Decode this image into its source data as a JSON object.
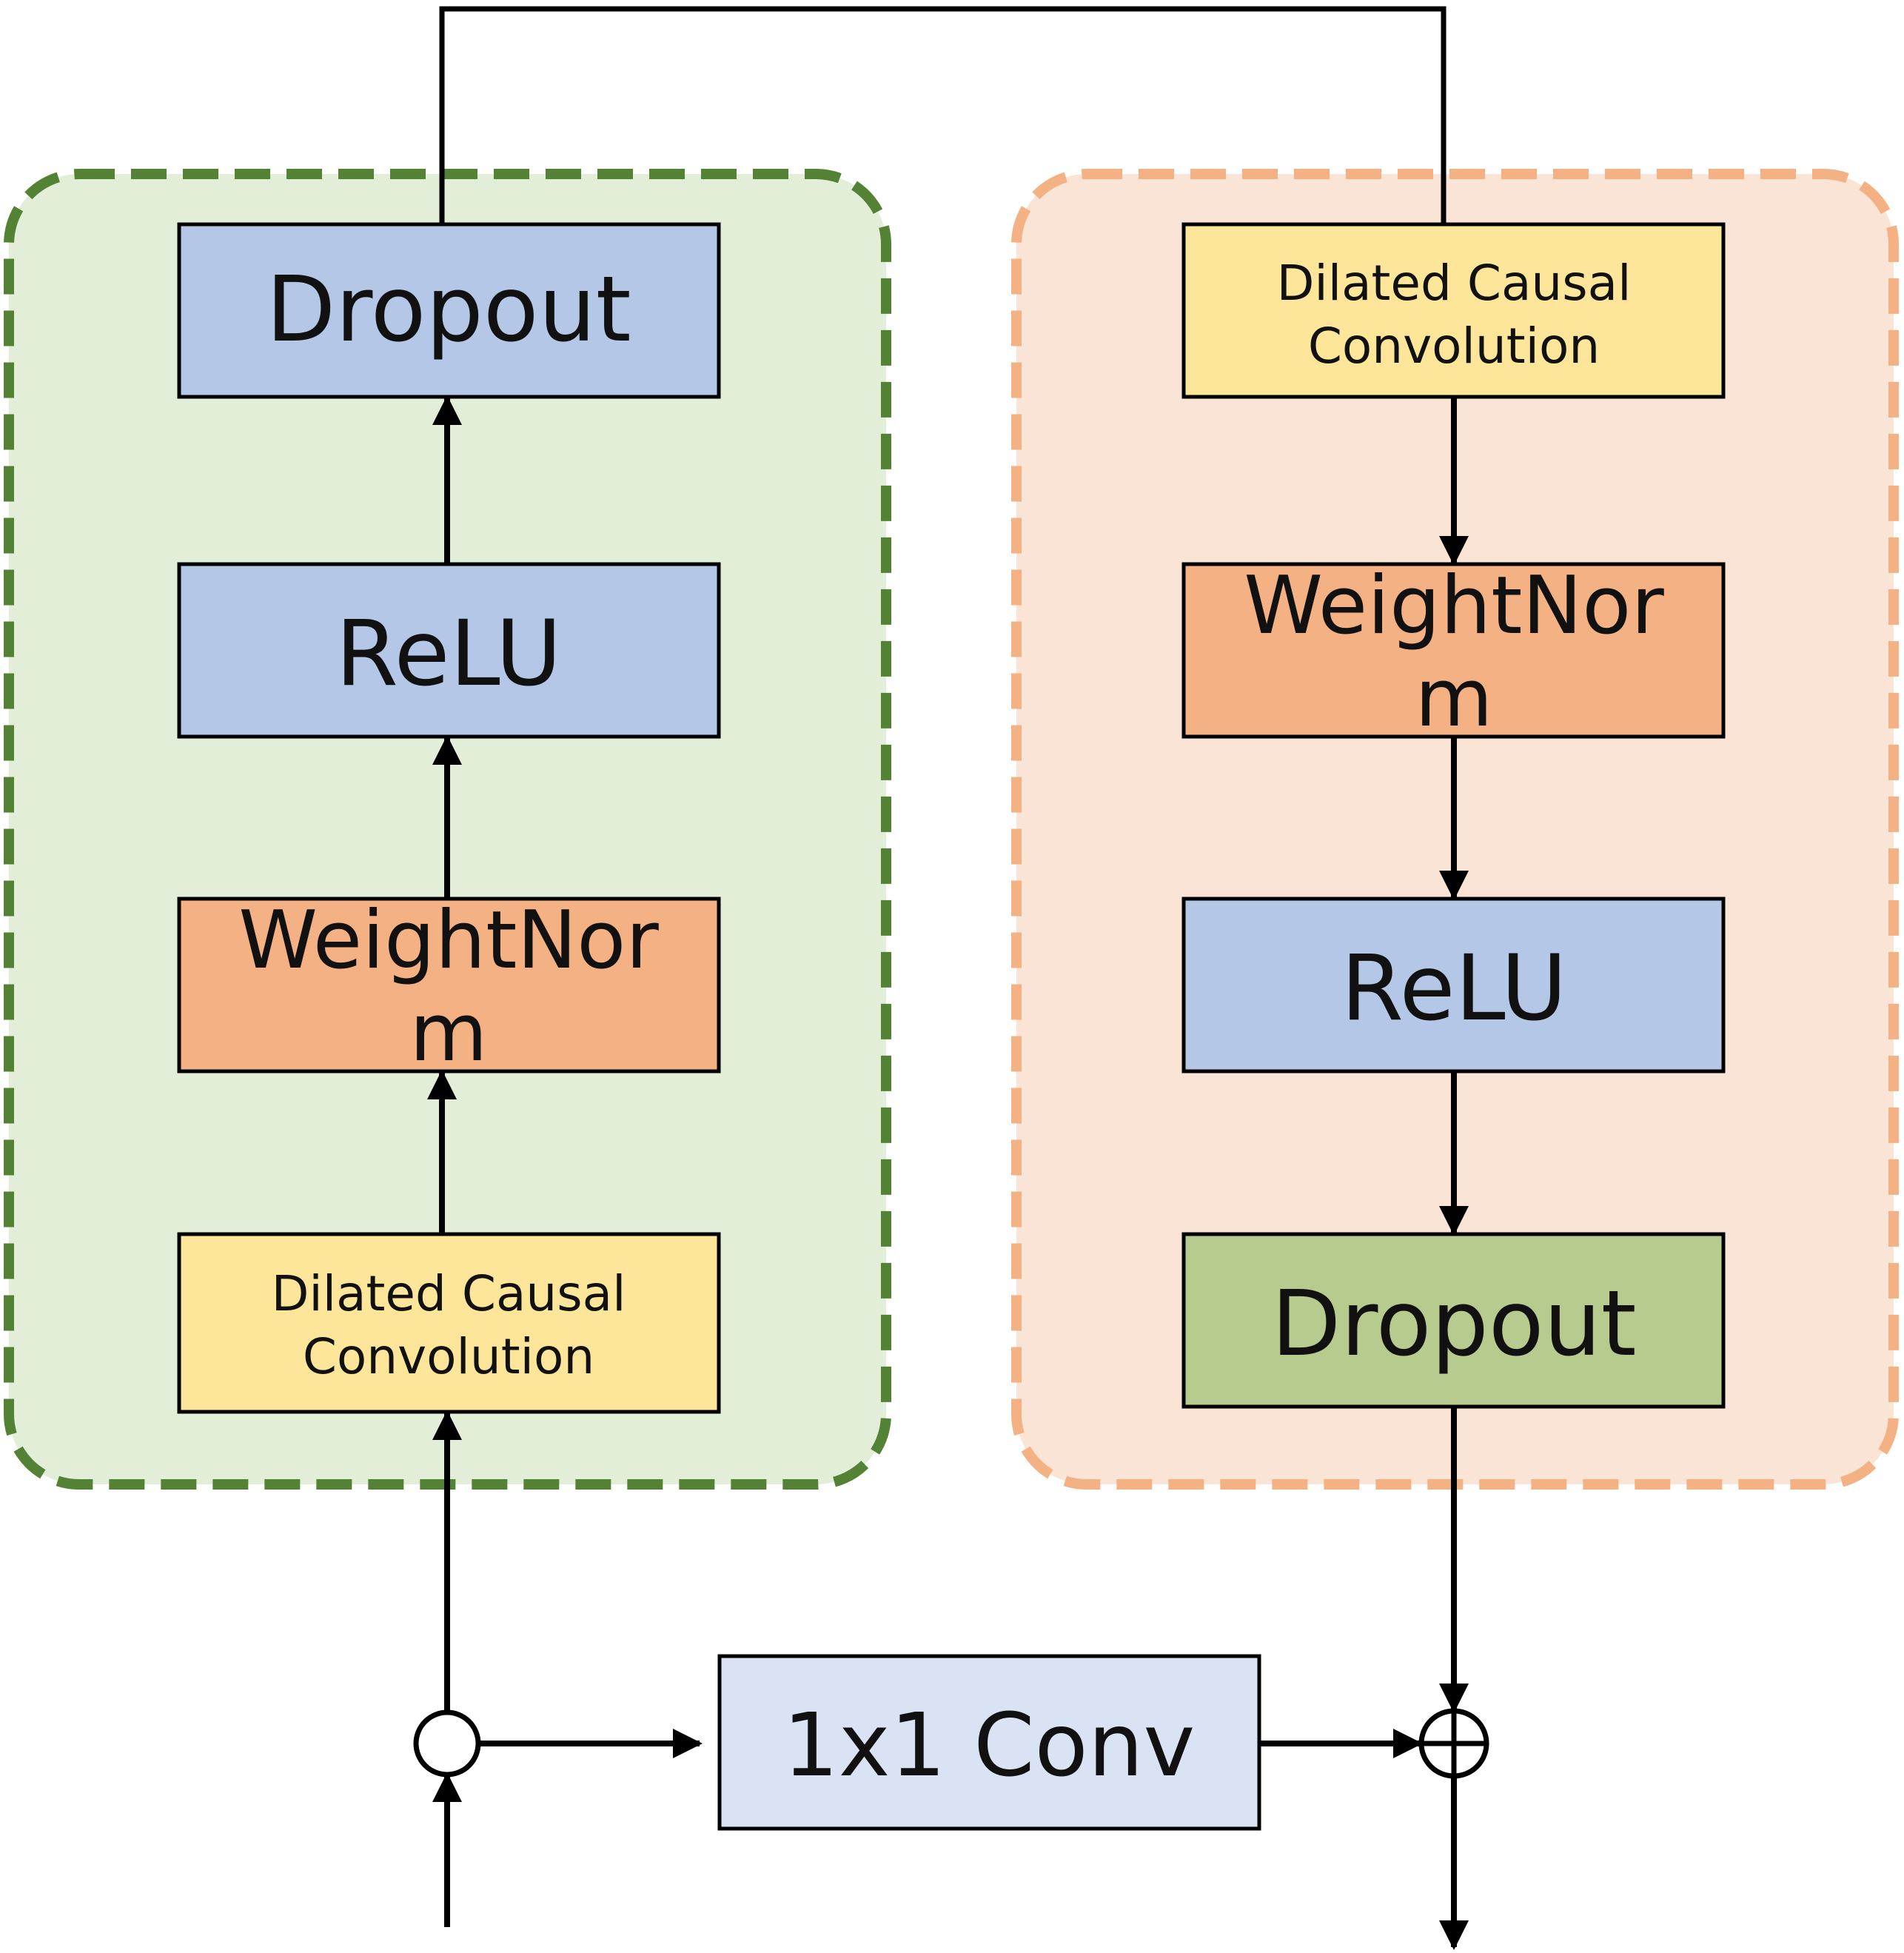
{
  "colors": {
    "left_panel_fill": "#e2eed8",
    "left_panel_border": "#548235",
    "right_panel_fill": "#fae4d6",
    "right_panel_border": "#f4b183",
    "blue_block": "#b4c7e7",
    "orange_block": "#f4b183",
    "yellow_block": "#fde69a",
    "green_block": "#b8cb8e",
    "light_blue_block": "#dae3f3",
    "line": "#000000"
  },
  "left_block": {
    "dropout": "Dropout",
    "relu": "ReLU",
    "weightnorm_line1": "WeightNor",
    "weightnorm_line2": "m",
    "conv_line1": "Dilated Causal",
    "conv_line2": "Convolution"
  },
  "right_block": {
    "conv_line1": "Dilated Causal",
    "conv_line2": "Convolution",
    "weightnorm_line1": "WeightNor",
    "weightnorm_line2": "m",
    "relu": "ReLU",
    "dropout": "Dropout"
  },
  "shortcut": {
    "conv1x1": "1x1 Conv",
    "split_node_icon": "circle-node-icon",
    "sum_node_icon": "circled-plus-icon"
  }
}
